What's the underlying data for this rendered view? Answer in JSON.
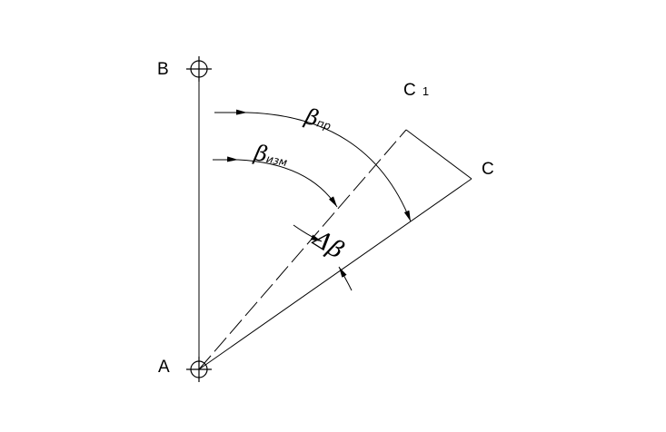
{
  "points": {
    "a": "A",
    "b": "B",
    "c": "C",
    "c1": {
      "letter": "C",
      "index": "1"
    }
  },
  "angles": {
    "design": {
      "symbol": "β",
      "subscript": "пр"
    },
    "measured": {
      "symbol": "β",
      "subscript": "изм"
    },
    "difference": {
      "prefix": "Δ",
      "symbol": "β"
    }
  },
  "colors": {
    "line": "#000000",
    "background": "#ffffff"
  }
}
